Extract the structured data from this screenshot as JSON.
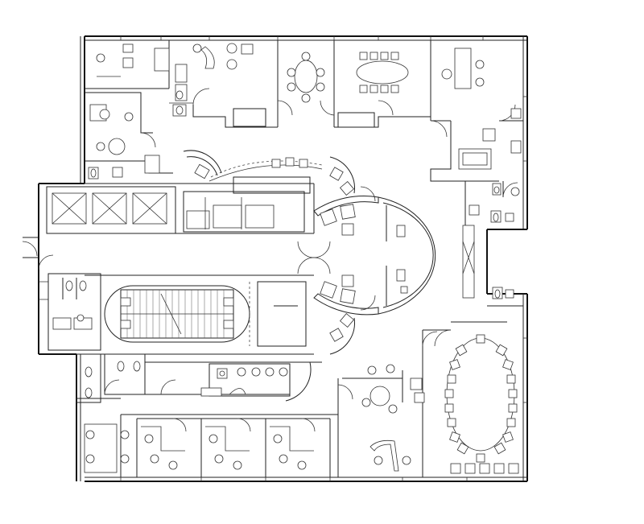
{
  "drawing": {
    "type": "architectural floor plan",
    "labels": [],
    "rooms": [
      {
        "id": "north-office-1",
        "kind": "office"
      },
      {
        "id": "north-lounge",
        "kind": "lounge"
      },
      {
        "id": "north-office-round-table",
        "kind": "office"
      },
      {
        "id": "north-conference-8",
        "kind": "conference"
      },
      {
        "id": "north-office-desk",
        "kind": "office"
      },
      {
        "id": "east-office",
        "kind": "office"
      },
      {
        "id": "west-office-1",
        "kind": "office"
      },
      {
        "id": "west-office-2",
        "kind": "office"
      },
      {
        "id": "elevator-lobby",
        "kind": "core"
      },
      {
        "id": "stair",
        "kind": "core"
      },
      {
        "id": "restrooms",
        "kind": "restroom"
      },
      {
        "id": "reception-rotunda",
        "kind": "reception"
      },
      {
        "id": "pantry",
        "kind": "pantry"
      },
      {
        "id": "south-office-1",
        "kind": "office"
      },
      {
        "id": "south-office-2",
        "kind": "office"
      },
      {
        "id": "south-office-3",
        "kind": "office"
      },
      {
        "id": "south-office-4",
        "kind": "office"
      },
      {
        "id": "south-open-area",
        "kind": "open office"
      },
      {
        "id": "boardroom",
        "kind": "conference"
      }
    ],
    "counts": {
      "elevators": 3,
      "boardroom_chairs": 26,
      "north_conference_chairs": 8
    }
  }
}
